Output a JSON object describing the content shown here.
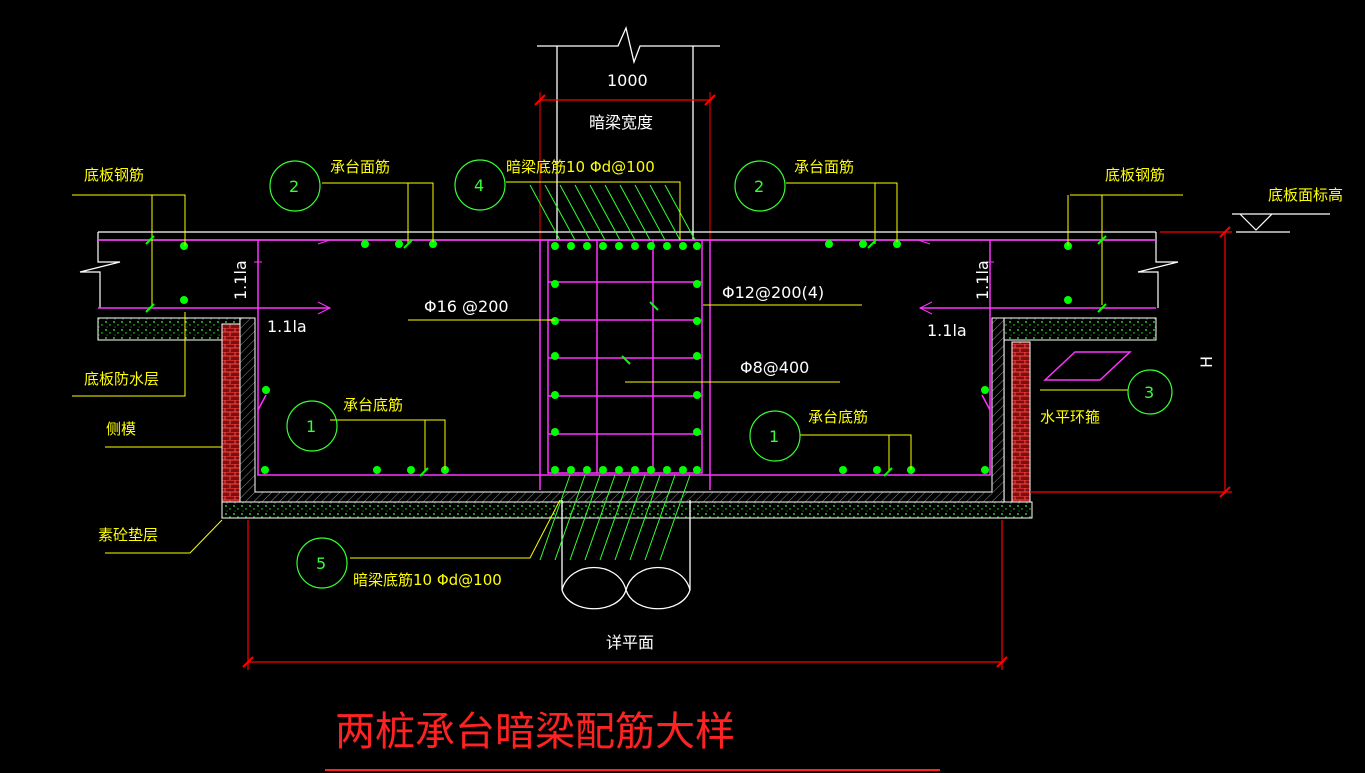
{
  "dims": {
    "width_top": "1000",
    "beam_width_label": "暗梁宽度",
    "left_anchor_vertical": "1.1la",
    "left_anchor_horizontal": "1.1la",
    "right_anchor_vertical": "1.1la",
    "right_anchor_horizontal": "1.1la",
    "height": "H",
    "bottom_span": "详平面"
  },
  "rebar": {
    "stirrup_center": "Φ16 @200",
    "stirrup_four_leg": "Φ12@200(4)",
    "tie_bar": "Φ8@400",
    "beam_top_bars": "暗梁底筋10 Φd@100",
    "beam_bottom_bars": "暗梁底筋10 Φd@100"
  },
  "callouts": [
    {
      "num": "2",
      "text": "承台面筋"
    },
    {
      "num": "4",
      "text": ""
    },
    {
      "num": "2",
      "text": "承台面筋"
    },
    {
      "num": "1",
      "text": "承台底筋"
    },
    {
      "num": "1",
      "text": "承台底筋"
    },
    {
      "num": "3",
      "text": "水平环箍"
    },
    {
      "num": "5",
      "text": ""
    }
  ],
  "labels": {
    "slab_rebar_left": "底板钢筋",
    "slab_rebar_right": "底板钢筋",
    "slab_top_elevation": "底板面标高",
    "waterproof_layer": "底板防水层",
    "side_formwork": "侧模",
    "plain_concrete_cushion": "素砼垫层"
  },
  "title": "两桩承台暗梁配筋大样",
  "colors": {
    "background": "#000000",
    "outline": "#ffffff",
    "rebar_magenta": "#ff33ff",
    "rebar_green": "#00ff00",
    "dimension_red": "#ff0000",
    "label_yellow": "#ffff00",
    "concrete": "#33ff33",
    "brick": "#cc2222"
  }
}
